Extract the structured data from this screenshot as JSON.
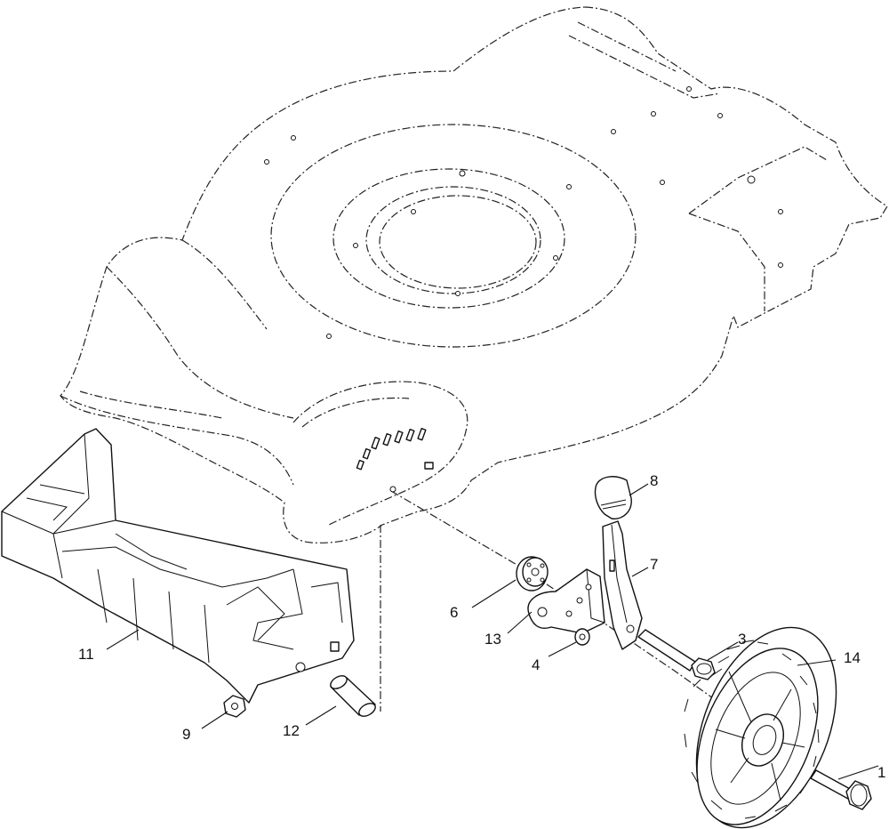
{
  "diagram": {
    "callouts": [
      {
        "id": "c1",
        "label": "1"
      },
      {
        "id": "c3",
        "label": "3"
      },
      {
        "id": "c4",
        "label": "4"
      },
      {
        "id": "c6",
        "label": "6"
      },
      {
        "id": "c7",
        "label": "7"
      },
      {
        "id": "c8",
        "label": "8"
      },
      {
        "id": "c9",
        "label": "9"
      },
      {
        "id": "c11",
        "label": "11"
      },
      {
        "id": "c12",
        "label": "12"
      },
      {
        "id": "c13",
        "label": "13"
      },
      {
        "id": "c14",
        "label": "14"
      }
    ]
  }
}
